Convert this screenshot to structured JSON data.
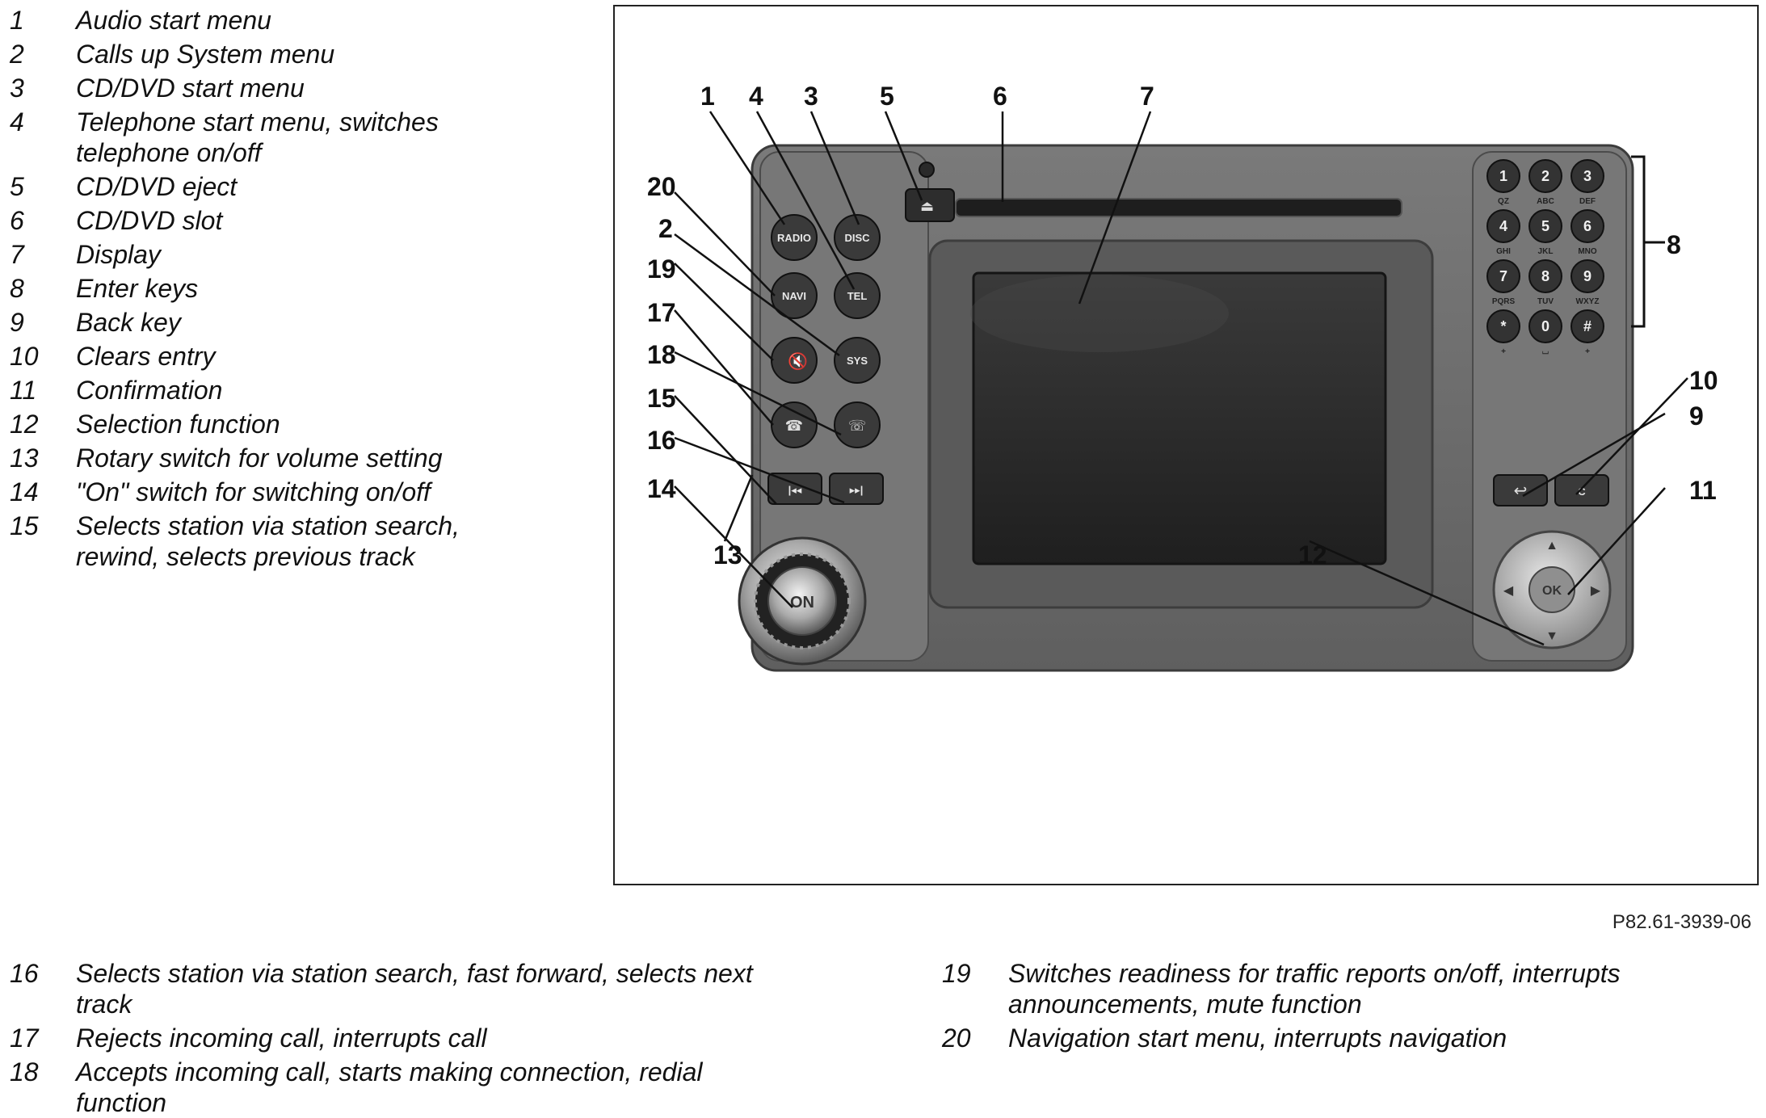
{
  "legend_top": [
    {
      "num": "1",
      "lines": [
        "Audio start menu"
      ]
    },
    {
      "num": "2",
      "lines": [
        "Calls up System menu"
      ]
    },
    {
      "num": "3",
      "lines": [
        "CD/DVD start menu"
      ]
    },
    {
      "num": "4",
      "lines": [
        "Telephone start menu, switches",
        "telephone on/off"
      ]
    },
    {
      "num": "5",
      "lines": [
        "CD/DVD eject"
      ]
    },
    {
      "num": "6",
      "lines": [
        "CD/DVD slot"
      ]
    },
    {
      "num": "7",
      "lines": [
        "Display"
      ]
    },
    {
      "num": "8",
      "lines": [
        "Enter keys"
      ]
    },
    {
      "num": "9",
      "lines": [
        "Back key"
      ]
    },
    {
      "num": "10",
      "lines": [
        "Clears entry"
      ]
    },
    {
      "num": "11",
      "lines": [
        "Confirmation"
      ]
    },
    {
      "num": "12",
      "lines": [
        "Selection function"
      ]
    },
    {
      "num": "13",
      "lines": [
        "Rotary switch for volume setting"
      ]
    },
    {
      "num": "14",
      "lines": [
        "\"On\" switch for switching on/off"
      ]
    },
    {
      "num": "15",
      "lines": [
        "Selects station via station search,",
        "rewind, selects previous track"
      ]
    }
  ],
  "legend_bottom_left": [
    {
      "num": "16",
      "lines": [
        "Selects station via station search, fast forward, selects next",
        "track"
      ]
    },
    {
      "num": "17",
      "lines": [
        "Rejects incoming call, interrupts call"
      ]
    },
    {
      "num": "18",
      "lines": [
        "Accepts incoming call, starts making connection, redial",
        "function"
      ]
    }
  ],
  "legend_bottom_right": [
    {
      "num": "19",
      "lines": [
        "Switches readiness for traffic reports on/off, interrupts",
        "announcements, mute function"
      ]
    },
    {
      "num": "20",
      "lines": [
        "Navigation start menu, interrupts navigation"
      ]
    }
  ],
  "figure_code": "P82.61-3939-06",
  "callouts": [
    "1",
    "2",
    "3",
    "4",
    "5",
    "6",
    "7",
    "8",
    "9",
    "10",
    "11",
    "12",
    "13",
    "14",
    "15",
    "16",
    "17",
    "18",
    "19",
    "20"
  ],
  "button_labels": {
    "radio": "RADIO",
    "disc": "DISC",
    "navi": "NAVI",
    "tel": "TEL",
    "sys": "SYS",
    "ok": "OK",
    "on": "ON",
    "clear": "C",
    "prev": "|◂◂",
    "next": "▸▸|"
  },
  "keypad": [
    {
      "digit": "1",
      "sub": "QZ"
    },
    {
      "digit": "2",
      "sub": "ABC"
    },
    {
      "digit": "3",
      "sub": "DEF"
    },
    {
      "digit": "4",
      "sub": "GHI"
    },
    {
      "digit": "5",
      "sub": "JKL"
    },
    {
      "digit": "6",
      "sub": "MNO"
    },
    {
      "digit": "7",
      "sub": "PQRS"
    },
    {
      "digit": "8",
      "sub": "TUV"
    },
    {
      "digit": "9",
      "sub": "WXYZ"
    },
    {
      "digit": "*",
      "sub": "+"
    },
    {
      "digit": "0",
      "sub": "⌴"
    },
    {
      "digit": "#",
      "sub": "+"
    }
  ],
  "colors": {
    "panel": "#6e6e6e",
    "panel_dark": "#4a4a4a",
    "button": "#3a3a3a",
    "screen": "#2a2a2a",
    "chrome": "#c9c9c9"
  }
}
